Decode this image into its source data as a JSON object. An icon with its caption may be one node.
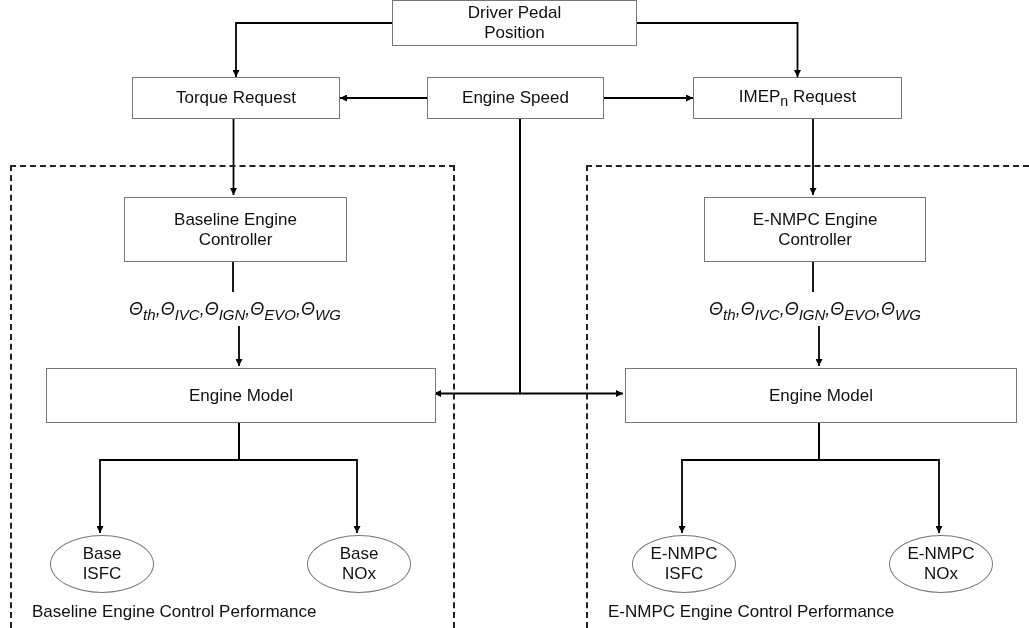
{
  "diagram": {
    "nodes": [
      {
        "text": [
          "Driver Pedal Position"
        ]
      },
      {
        "text": [
          "Torque Request"
        ]
      },
      {
        "text": [
          "Engine Speed"
        ]
      },
      {
        "text": [
          "IMEP$_{n}$ Request"
        ]
      },
      {
        "text": [
          "Baseline Engine Control Performance"
        ]
      },
      {
        "text": [
          "Baseline Engine Controller"
        ],
        "in": 4
      },
      {
        "text": [
          "Θ$_{th}$,Θ$_{IVC}$,Θ$_{IGN}$,Θ$_{EVO}$,Θ$_{WG}$"
        ],
        "in": 4
      },
      {
        "text": [
          "Engine Model"
        ],
        "in": 4
      },
      {
        "text": [
          "Base ISFC"
        ],
        "in": 4
      },
      {
        "text": [
          "Base NOx"
        ],
        "in": 4
      },
      {
        "text": [
          "E-NMPC Engine Control Performance"
        ]
      },
      {
        "text": [
          "E-NMPC Engine Controller"
        ],
        "in": 10
      },
      {
        "text": [
          "Θ$_{th}$,Θ$_{IVC}$,Θ$_{IGN}$,Θ$_{EVO}$,Θ$_{WG}$"
        ],
        "in": 10
      },
      {
        "text": [
          "Engine Model"
        ],
        "in": 10
      },
      {
        "text": [
          "E-NMPC ISFC"
        ],
        "in": 10
      },
      {
        "text": [
          "E-NMPC NOx"
        ],
        "in": 10
      }
    ],
    "edges": [
      {
        "from": 0,
        "to": 1,
        "arrow": "to"
      },
      {
        "from": 0,
        "to": 3,
        "arrow": "to"
      },
      {
        "from": 2,
        "to": 1,
        "arrow": "to"
      },
      {
        "from": 2,
        "to": 3,
        "arrow": "to"
      },
      {
        "from": 1,
        "to": 5,
        "arrow": "to"
      },
      {
        "from": 3,
        "to": 11,
        "arrow": "to"
      },
      {
        "from": 5,
        "to": 6,
        "arrow": "none"
      },
      {
        "from": 6,
        "to": 7,
        "arrow": "to"
      },
      {
        "from": 11,
        "to": 12,
        "arrow": "none"
      },
      {
        "from": 12,
        "to": 13,
        "arrow": "to"
      },
      {
        "from": 2,
        "to": 7,
        "arrow": "to"
      },
      {
        "from": 2,
        "to": 13,
        "arrow": "to"
      },
      {
        "from": 7,
        "to": 8,
        "arrow": "to"
      },
      {
        "from": 7,
        "to": 9,
        "arrow": "to"
      },
      {
        "from": 13,
        "to": 14,
        "arrow": "to"
      },
      {
        "from": 13,
        "to": 15,
        "arrow": "to"
      }
    ]
  }
}
